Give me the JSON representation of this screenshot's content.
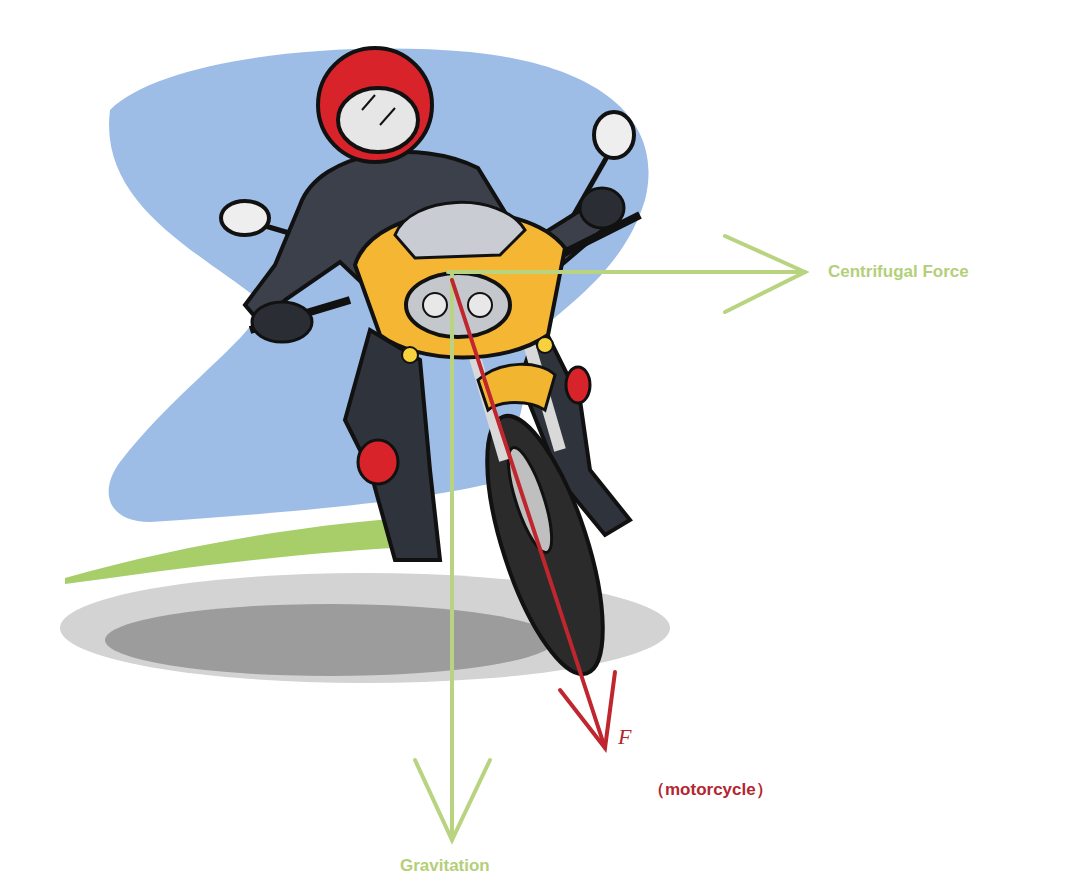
{
  "diagram": {
    "labels": [
      "Centrifugal Force",
      "F",
      "（motorcycle）",
      "Gravitation"
    ]
  }
}
